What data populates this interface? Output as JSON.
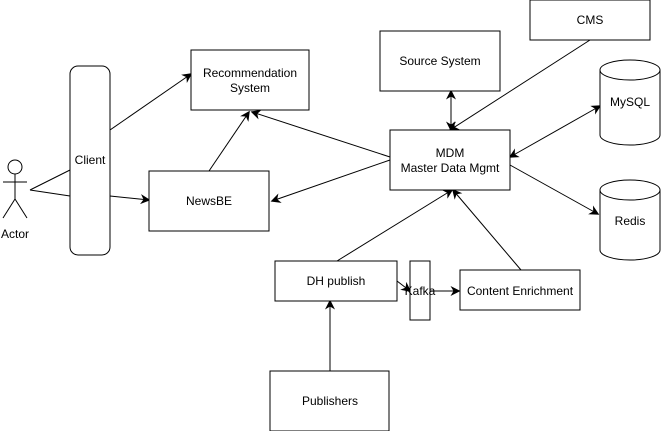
{
  "actor": {
    "label": "Actor"
  },
  "nodes": {
    "client": "Client",
    "recommendation_line1": "Recommendation",
    "recommendation_line2": "System",
    "newsbe": "NewsBE",
    "source_system": "Source System",
    "cms": "CMS",
    "mdm_line1": "MDM",
    "mdm_line2": "Master Data Mgmt",
    "mysql": "MySQL",
    "redis": "Redis",
    "dh_publish": "DH publish",
    "kafka": "Kafka",
    "content_enrichment": "Content Enrichment",
    "publishers": "Publishers"
  }
}
